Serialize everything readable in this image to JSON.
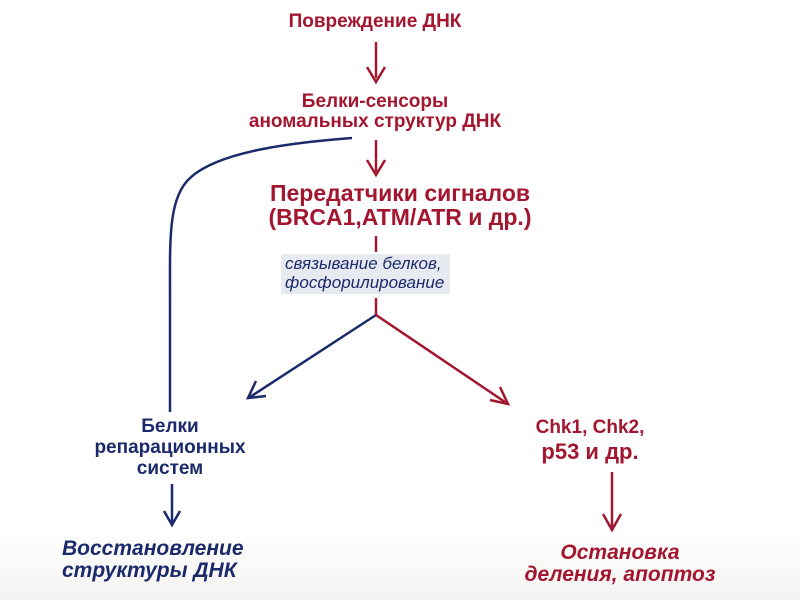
{
  "diagram": {
    "damage": "Повреждение ДНК",
    "sensors": [
      "Белки-сенсоры",
      "аномальных структур ДНК"
    ],
    "transmitters": [
      "Передатчики сигналов",
      "(BRCA1,ATM/ATR и др.)"
    ],
    "note": [
      "связывание белков,",
      "фосфорилирование"
    ],
    "repair_proteins": [
      "Белки",
      "репарационных",
      "систем"
    ],
    "checkpoints": [
      "Chk1, Chk2,",
      "p53 и др."
    ],
    "restore": [
      "Восстановление",
      "структуры ДНК"
    ],
    "stop": [
      "Остановка",
      "деления, апоптоз"
    ]
  },
  "colors": {
    "red": "#a3162f",
    "navy": "#1b2a6b",
    "note_bg": "#e8eaf2"
  }
}
